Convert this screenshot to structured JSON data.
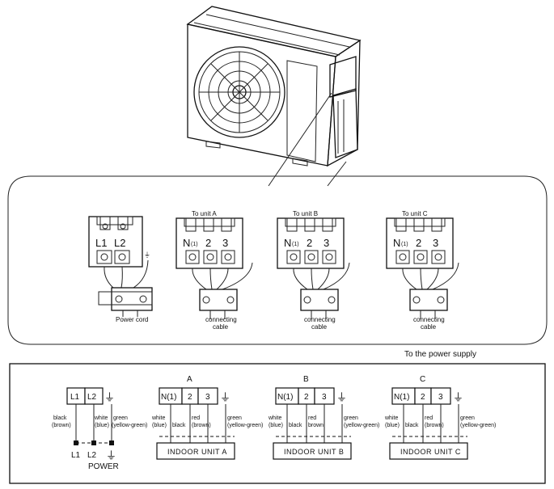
{
  "unit_labels": {
    "a": "To unit A",
    "b": "To unit B",
    "c": "To unit C"
  },
  "terminal": {
    "l1": "L1",
    "l2": "L2",
    "n": "N",
    "n_sub": "(1)",
    "n1": "N(1)",
    "t2": "2",
    "t3": "3"
  },
  "cable_labels": {
    "power_cord": "Power cord",
    "connecting": "connecting",
    "cable": "cable"
  },
  "power_supply_caption": "To the power supply",
  "schematic": {
    "units": [
      {
        "letter": "A",
        "box_label": "INDOOR UNIT A"
      },
      {
        "letter": "B",
        "box_label": "INDOOR UNIT B"
      },
      {
        "letter": "C",
        "box_label": "INDOOR UNIT C"
      }
    ],
    "power_label": "POWER",
    "wire": {
      "black": "black",
      "brown_paren": "(brown)",
      "white": "white",
      "blue_paren": "(blue)",
      "green": "green",
      "yellow_green_paren": "(yellow-green)",
      "red": "red",
      "brown": "brown",
      "blue": "(blue)"
    }
  }
}
